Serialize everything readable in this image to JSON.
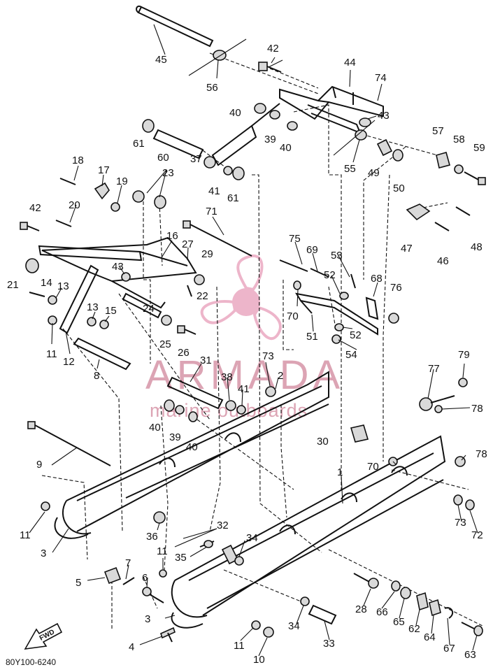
{
  "diagram": {
    "drawing_code": "80Y100-6240",
    "fwd_label": "FWD",
    "watermark": {
      "brand": "ARMADA",
      "tagline": "marine outboards"
    },
    "callouts": [
      {
        "id": "c45",
        "label": "45"
      },
      {
        "id": "c56",
        "label": "56"
      },
      {
        "id": "c42a",
        "label": "42"
      },
      {
        "id": "c44",
        "label": "44"
      },
      {
        "id": "c74",
        "label": "74"
      },
      {
        "id": "c40a",
        "label": "40"
      },
      {
        "id": "c39a",
        "label": "39"
      },
      {
        "id": "c40b",
        "label": "40"
      },
      {
        "id": "c43a",
        "label": "43"
      },
      {
        "id": "c61a",
        "label": "61"
      },
      {
        "id": "c60",
        "label": "60"
      },
      {
        "id": "c57",
        "label": "57"
      },
      {
        "id": "c58",
        "label": "58"
      },
      {
        "id": "c59",
        "label": "59"
      },
      {
        "id": "c37",
        "label": "37"
      },
      {
        "id": "c41a",
        "label": "41"
      },
      {
        "id": "c61b",
        "label": "61"
      },
      {
        "id": "c55",
        "label": "55"
      },
      {
        "id": "c49",
        "label": "49"
      },
      {
        "id": "c50",
        "label": "50"
      },
      {
        "id": "c18",
        "label": "18"
      },
      {
        "id": "c17",
        "label": "17"
      },
      {
        "id": "c19",
        "label": "19"
      },
      {
        "id": "c23",
        "label": "23"
      },
      {
        "id": "c42b",
        "label": "42"
      },
      {
        "id": "c20",
        "label": "20"
      },
      {
        "id": "c71",
        "label": "71"
      },
      {
        "id": "c47",
        "label": "47"
      },
      {
        "id": "c48",
        "label": "48"
      },
      {
        "id": "c46",
        "label": "46"
      },
      {
        "id": "c16",
        "label": "16"
      },
      {
        "id": "c27",
        "label": "27"
      },
      {
        "id": "c29",
        "label": "29"
      },
      {
        "id": "c75",
        "label": "75"
      },
      {
        "id": "c69",
        "label": "69"
      },
      {
        "id": "c53",
        "label": "53"
      },
      {
        "id": "c43b",
        "label": "43"
      },
      {
        "id": "c21",
        "label": "21"
      },
      {
        "id": "c14",
        "label": "14"
      },
      {
        "id": "c13a",
        "label": "13"
      },
      {
        "id": "c52a",
        "label": "52"
      },
      {
        "id": "c68",
        "label": "68"
      },
      {
        "id": "c76",
        "label": "76"
      },
      {
        "id": "c22",
        "label": "22"
      },
      {
        "id": "c13b",
        "label": "13"
      },
      {
        "id": "c15",
        "label": "15"
      },
      {
        "id": "c70a",
        "label": "70"
      },
      {
        "id": "c24",
        "label": "24"
      },
      {
        "id": "c25",
        "label": "25"
      },
      {
        "id": "c26",
        "label": "26"
      },
      {
        "id": "c51",
        "label": "51"
      },
      {
        "id": "c52b",
        "label": "52"
      },
      {
        "id": "c11a",
        "label": "11"
      },
      {
        "id": "c12",
        "label": "12"
      },
      {
        "id": "c54",
        "label": "54"
      },
      {
        "id": "c73a",
        "label": "73"
      },
      {
        "id": "c79",
        "label": "79"
      },
      {
        "id": "c8",
        "label": "8"
      },
      {
        "id": "c31",
        "label": "31"
      },
      {
        "id": "c2",
        "label": "2"
      },
      {
        "id": "c77",
        "label": "77"
      },
      {
        "id": "c38",
        "label": "38"
      },
      {
        "id": "c41b",
        "label": "41"
      },
      {
        "id": "c78a",
        "label": "78"
      },
      {
        "id": "c40c",
        "label": "40"
      },
      {
        "id": "c39b",
        "label": "39"
      },
      {
        "id": "c40d",
        "label": "40"
      },
      {
        "id": "c30",
        "label": "30"
      },
      {
        "id": "c9",
        "label": "9"
      },
      {
        "id": "c78b",
        "label": "78"
      },
      {
        "id": "c70b",
        "label": "70"
      },
      {
        "id": "c1",
        "label": "1"
      },
      {
        "id": "c36",
        "label": "36"
      },
      {
        "id": "c73b",
        "label": "73"
      },
      {
        "id": "c72",
        "label": "72"
      },
      {
        "id": "c11b",
        "label": "11"
      },
      {
        "id": "c3a",
        "label": "3"
      },
      {
        "id": "c32",
        "label": "32"
      },
      {
        "id": "c34a",
        "label": "34"
      },
      {
        "id": "c35",
        "label": "35"
      },
      {
        "id": "c11c",
        "label": "11"
      },
      {
        "id": "c7",
        "label": "7"
      },
      {
        "id": "c5",
        "label": "5"
      },
      {
        "id": "c6",
        "label": "6"
      },
      {
        "id": "c28",
        "label": "28"
      },
      {
        "id": "c66",
        "label": "66"
      },
      {
        "id": "c65",
        "label": "65"
      },
      {
        "id": "c62",
        "label": "62"
      },
      {
        "id": "c64",
        "label": "64"
      },
      {
        "id": "c3b",
        "label": "3"
      },
      {
        "id": "c34b",
        "label": "34"
      },
      {
        "id": "c33",
        "label": "33"
      },
      {
        "id": "c67",
        "label": "67"
      },
      {
        "id": "c63",
        "label": "63"
      },
      {
        "id": "c4",
        "label": "4"
      },
      {
        "id": "c11d",
        "label": "11"
      },
      {
        "id": "c10",
        "label": "10"
      }
    ]
  }
}
